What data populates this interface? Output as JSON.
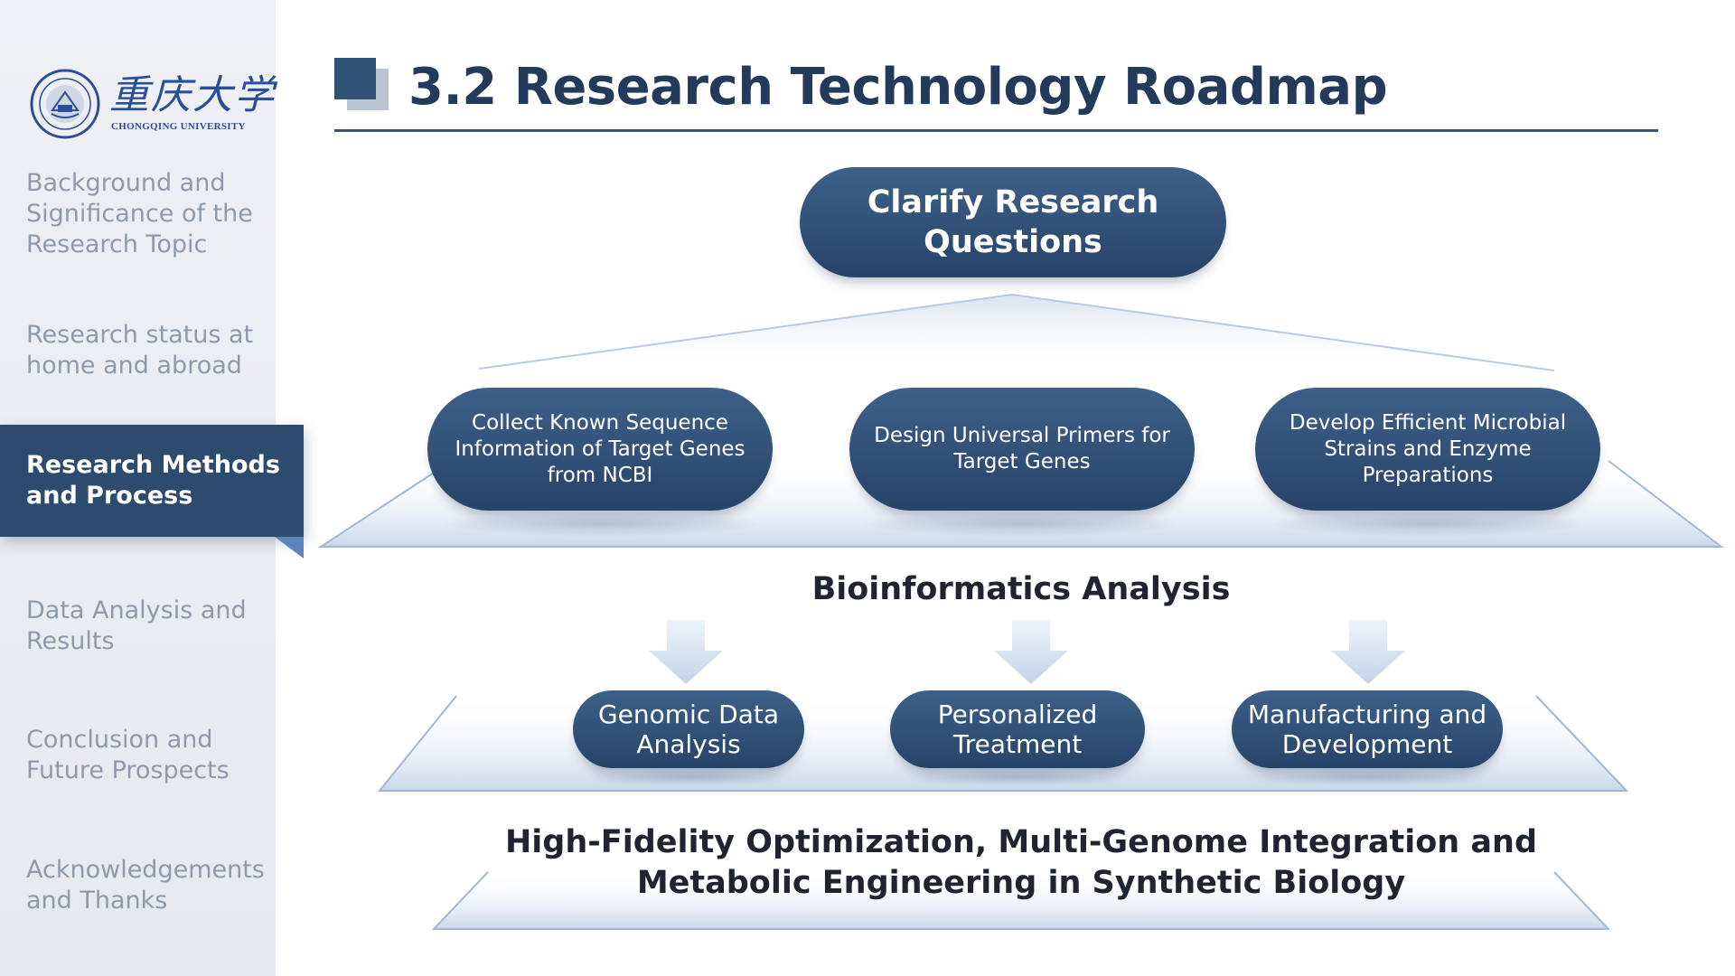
{
  "sidebar": {
    "logo": {
      "name": "重庆大学",
      "subtitle": "CHONGQING UNIVERSITY"
    },
    "items": [
      {
        "label": "Background and Significance of the Research Topic"
      },
      {
        "label": "Research status at home and abroad"
      },
      {
        "label": "Research Methods and Process",
        "active": true
      },
      {
        "label": "Data Analysis and Results"
      },
      {
        "label": "Conclusion and Future Prospects"
      },
      {
        "label": "Acknowledgements and Thanks"
      }
    ]
  },
  "header": {
    "title": "3.2 Research Technology Roadmap"
  },
  "diagram": {
    "top": "Clarify Research Questions",
    "middle_nodes": [
      "Collect Known Sequence Information of Target Genes from NCBI",
      "Design Universal Primers for Target Genes",
      "Develop Efficient Microbial Strains and Enzyme Preparations"
    ],
    "middle_label": "Bioinformatics Analysis",
    "lower_nodes": [
      "Genomic Data Analysis",
      "Personalized Treatment",
      "Manufacturing and Development"
    ],
    "bottom_label": "High-Fidelity Optimization, Multi-Genome Integration and Metabolic Engineering in Synthetic Biology"
  },
  "colors": {
    "accent": "#2c4b6d",
    "pill": "#2f5176",
    "platform": "#dbe5f1",
    "nav_inactive": "#8e9aac"
  }
}
